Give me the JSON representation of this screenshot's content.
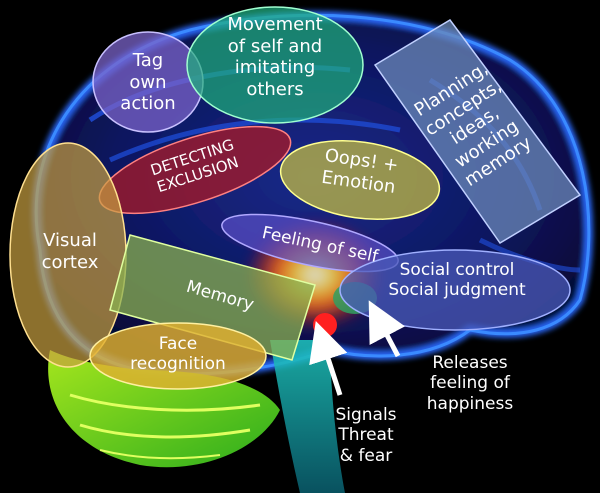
{
  "regions": {
    "tag_own_action": {
      "lines": [
        "Tag",
        "own",
        "action"
      ],
      "color": "#7a63c8"
    },
    "movement": {
      "lines": [
        "Movement",
        "of self and",
        "imitating",
        "others"
      ],
      "color": "#1fb07a"
    },
    "planning": {
      "lines": [
        "Planning,",
        "concepts,",
        "ideas,",
        "working",
        "memory"
      ],
      "color": "#6b88b8"
    },
    "detecting_exclusion": {
      "lines": [
        "DETECTING",
        "EXCLUSION"
      ],
      "color": "#a01a2a"
    },
    "oops_emotion": {
      "lines": [
        "Oops! +",
        "Emotion"
      ],
      "color": "#c8c040"
    },
    "visual_cortex": {
      "lines": [
        "Visual",
        "cortex"
      ],
      "color": "#c8a040"
    },
    "feeling_of_self": {
      "lines": [
        "Feeling of self"
      ],
      "color": "#5a50c8"
    },
    "social": {
      "lines": [
        "Social control",
        "Social judgment"
      ],
      "color": "#4a5ab8"
    },
    "memory": {
      "lines": [
        "Memory"
      ],
      "color": "#8ab050"
    },
    "face_recognition": {
      "lines": [
        "Face",
        "recognition"
      ],
      "color": "#e0b030"
    }
  },
  "annotations": {
    "signals": {
      "lines": [
        "Signals",
        "Threat",
        "& fear"
      ]
    },
    "releases": {
      "lines": [
        "Releases",
        "feeling of",
        "happiness"
      ]
    }
  }
}
